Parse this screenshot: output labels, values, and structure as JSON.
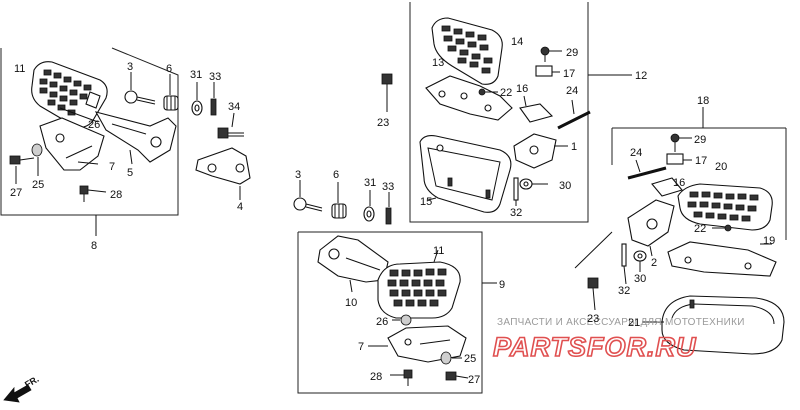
{
  "labels": {
    "l11a": "11",
    "l3a": "3",
    "l6a": "6",
    "l31a": "31",
    "l33a": "33",
    "l34": "34",
    "l26a": "26",
    "l5": "5",
    "l7a": "7",
    "l25a": "25",
    "l27a": "27",
    "l28a": "28",
    "l4": "4",
    "l8": "8",
    "l14": "14",
    "l29a": "29",
    "l13": "13",
    "l17a": "17",
    "l12": "12",
    "l22a": "22",
    "l16a": "16",
    "l24a": "24",
    "l23a": "23",
    "l1": "1",
    "l15": "15",
    "l30a": "30",
    "l32a": "32",
    "l18": "18",
    "l29b": "29",
    "l24b": "24",
    "l17b": "17",
    "l20": "20",
    "l16b": "16",
    "l22b": "22",
    "l19": "19",
    "l2": "2",
    "l30b": "30",
    "l32b": "32",
    "l23b": "23",
    "l21": "21",
    "l3b": "3",
    "l6b": "6",
    "l31b": "31",
    "l33b": "33",
    "l11b": "11",
    "l9": "9",
    "l10": "10",
    "l26b": "26",
    "l7b": "7",
    "l25b": "25",
    "l28b": "28",
    "l27b": "27"
  },
  "watermark": {
    "caption": "ЗАПЧАСТИ И АКСЕССУАРЫ ДЛЯ МОТОТЕХНИКИ",
    "logo": "PARTSFOR.RU"
  },
  "direction": {
    "label": "FR."
  },
  "colors": {
    "line": "#111111",
    "watermark_logo": "#e05050",
    "watermark_text": "#9a9a9a"
  }
}
